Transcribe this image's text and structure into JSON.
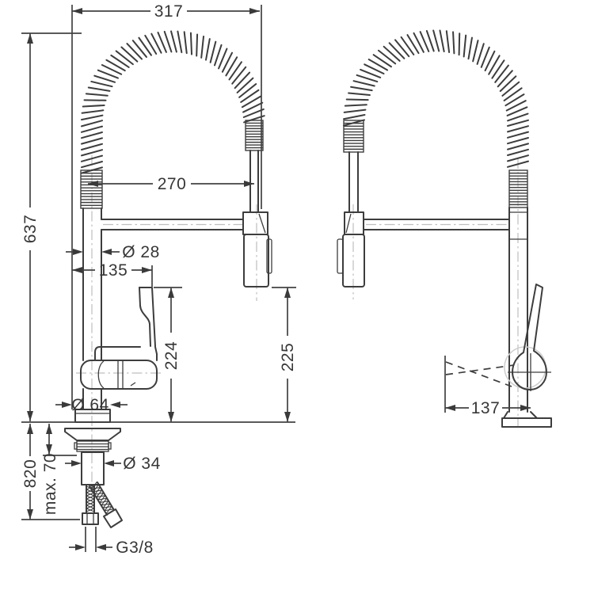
{
  "drawing": {
    "unit": "mm",
    "line_color": "#3d3d3d",
    "centerline_color": "#bfbfbf",
    "background": "#ffffff",
    "front_view": {
      "dims": {
        "overall_width": "317",
        "spout_height": "637",
        "hose_span": "270",
        "riser_diameter": "Ø 28",
        "spout_to_handle": "135",
        "handle_top_height": "224",
        "spray_bottom_height": "225",
        "base_diameter": "Ø 64",
        "shank_diameter": "Ø 34",
        "max_deck_thickness": "max. 70",
        "hose_drop": "820",
        "supply_thread": "G3/8"
      }
    },
    "side_view": {
      "dims": {
        "handle_reach": "137"
      }
    }
  }
}
